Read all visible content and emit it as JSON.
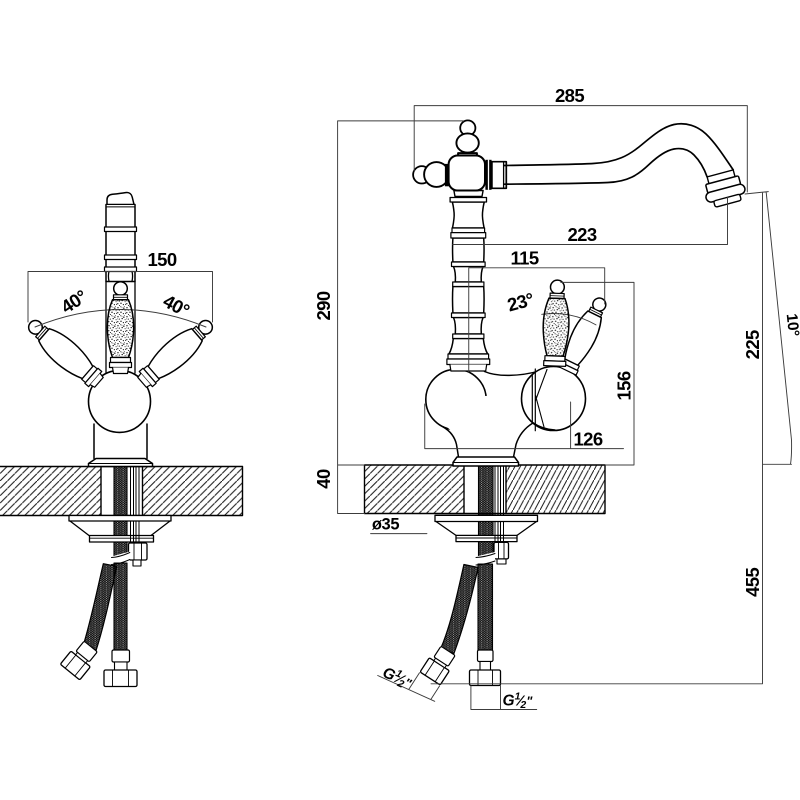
{
  "drawing": {
    "type": "technical-dimension-drawing",
    "subject": "two-handle kitchen faucet, front view and side view with installation dimensions",
    "background_color": "#ffffff",
    "line_color": "#000000",
    "dim_line_color": "#444444"
  },
  "dims": {
    "overall_width": "285",
    "spout_reach": "223",
    "handle_offset": "115",
    "front_handle_span": "150",
    "height_above_deck": "290",
    "outlet_height": "225",
    "spout_tilt_angle": "10°",
    "handle_top_height": "156",
    "body_depth": "126",
    "deck_thickness": "40",
    "hole_diameter": "ø35",
    "hose_length": "455",
    "swing_left": "40°",
    "swing_right": "40°",
    "side_handle_angle": "23°"
  },
  "thread_hot": {
    "prefix": "G",
    "numerator": "1",
    "slash": "⁄",
    "denominator": "2",
    "suffix": "\""
  },
  "thread_cold": {
    "prefix": "G",
    "numerator": "1",
    "slash": "⁄",
    "denominator": "2",
    "suffix": "\""
  }
}
